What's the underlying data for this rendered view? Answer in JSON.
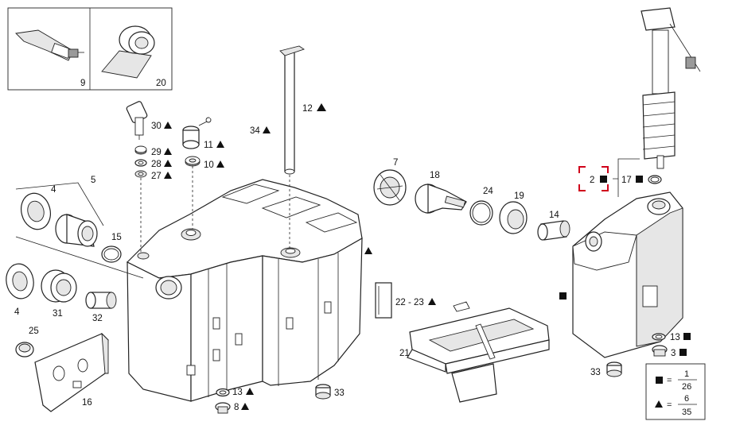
{
  "callouts": {
    "c9": "9",
    "c20": "20",
    "c30": "30",
    "c29": "29",
    "c28": "28",
    "c27": "27",
    "c11": "11",
    "c10": "10",
    "c34": "34",
    "c12": "12",
    "c5": "5",
    "c4a": "4",
    "c15": "15",
    "c4b": "4",
    "c31": "31",
    "c32": "32",
    "c25": "25",
    "c16": "16",
    "c13a": "13",
    "c8": "8",
    "c33a": "33",
    "c7": "7",
    "c18": "18",
    "c24": "24",
    "c19": "19",
    "c14": "14",
    "c2": "2",
    "c17": "17",
    "c2223": "22 - 23",
    "c21": "21",
    "c13b": "13",
    "c3": "3",
    "c33b": "33"
  },
  "legend": {
    "square_numerator": "1",
    "square_denominator": "26",
    "triangle_numerator": "6",
    "triangle_denominator": "35",
    "equals": "="
  },
  "colors": {
    "highlight_bracket": "#d0021b",
    "line": "#222222"
  }
}
